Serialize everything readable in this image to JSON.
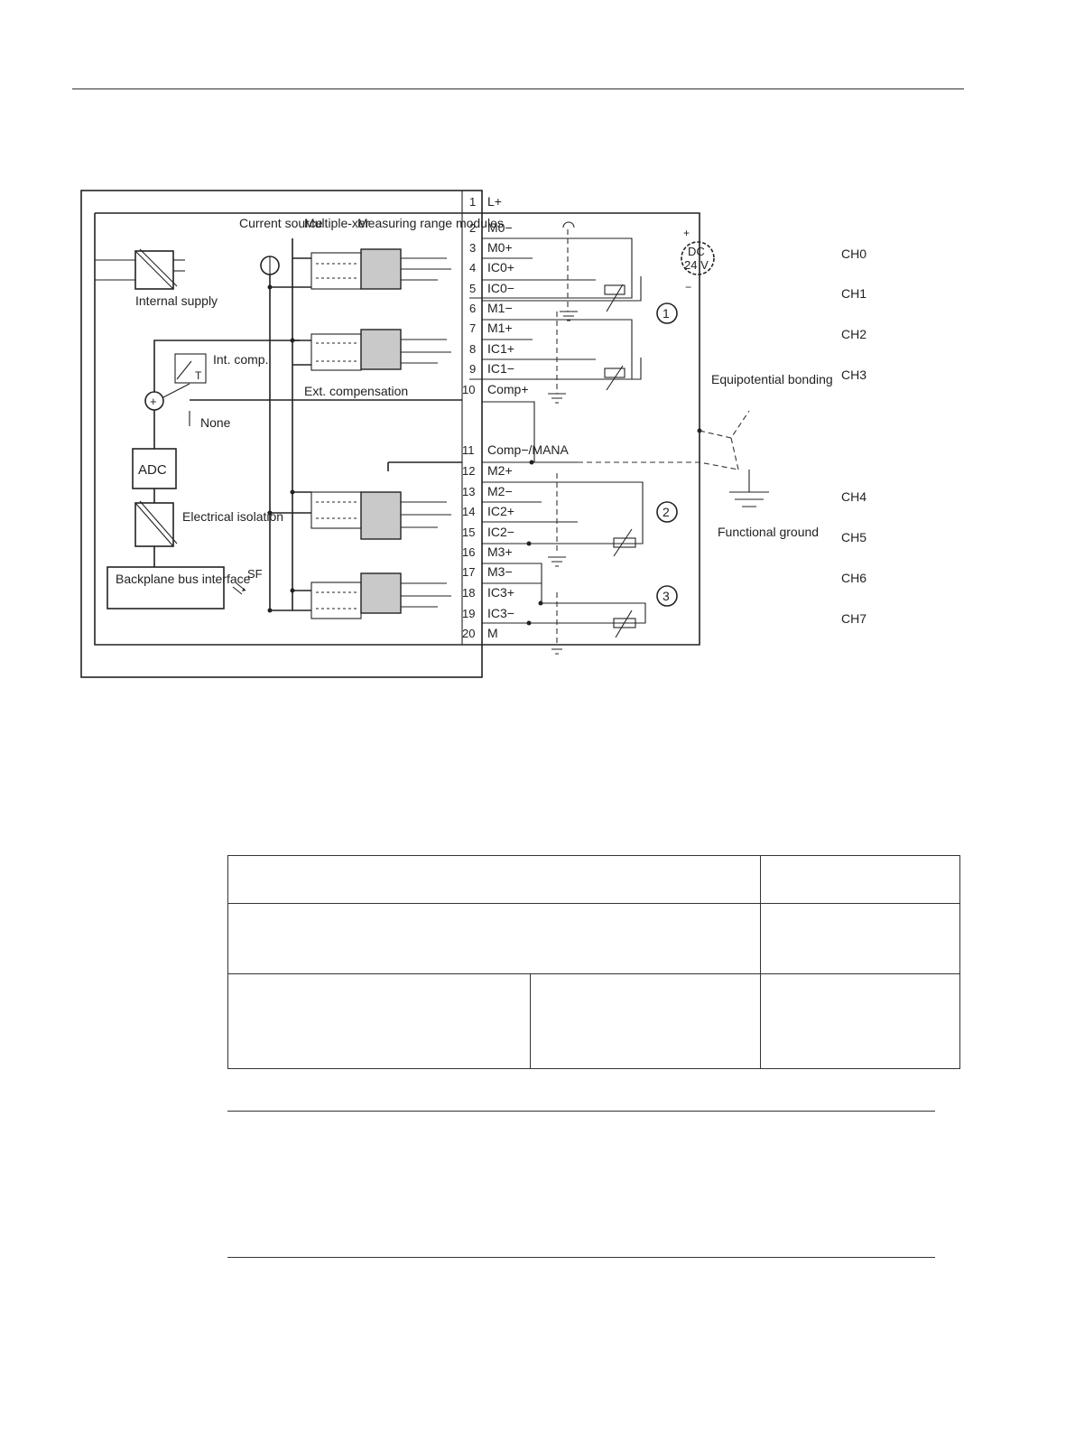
{
  "diagram": {
    "blocks": {
      "internal_supply": "Internal supply",
      "adc": "ADC",
      "electrical_isolation": "Electrical isolation",
      "backplane_bus_interface": "Backplane bus interface",
      "sf": "SF",
      "current_source": "Current source",
      "multiplexer": "Multiple-xer",
      "measuring_range_modules": "Measuring range modules",
      "int_comp": "Int. comp.",
      "t_label": "T",
      "none": "None",
      "ext_compensation": "Ext. compensation",
      "plus_sign": "+"
    },
    "terminals": [
      {
        "num": "1",
        "name": "L+"
      },
      {
        "num": "2",
        "name": "M0−"
      },
      {
        "num": "3",
        "name": "M0+"
      },
      {
        "num": "4",
        "name": "IC0+"
      },
      {
        "num": "5",
        "name": "IC0−"
      },
      {
        "num": "6",
        "name": "M1−"
      },
      {
        "num": "7",
        "name": "M1+"
      },
      {
        "num": "8",
        "name": "IC1+"
      },
      {
        "num": "9",
        "name": "IC1−"
      },
      {
        "num": "10",
        "name": "Comp+"
      },
      {
        "num": "11",
        "name": "Comp−/MANA"
      },
      {
        "num": "12",
        "name": "M2+"
      },
      {
        "num": "13",
        "name": "M2−"
      },
      {
        "num": "14",
        "name": "IC2+"
      },
      {
        "num": "15",
        "name": "IC2−"
      },
      {
        "num": "16",
        "name": "M3+"
      },
      {
        "num": "17",
        "name": "M3−"
      },
      {
        "num": "18",
        "name": "IC3+"
      },
      {
        "num": "19",
        "name": "IC3−"
      },
      {
        "num": "20",
        "name": "M"
      }
    ],
    "supply": {
      "line1": "DC",
      "line2": "24 V",
      "plus": "+",
      "minus": "−"
    },
    "circled_numbers": [
      "1",
      "2",
      "3"
    ],
    "equipotential_bonding": "Equipotential bonding",
    "functional_ground": "Functional ground",
    "channels": [
      "CH0",
      "CH1",
      "CH2",
      "CH3",
      "CH4",
      "CH5",
      "CH6",
      "CH7"
    ]
  },
  "table": {
    "rows": [
      [
        "",
        ""
      ],
      [
        "",
        ""
      ],
      [
        "",
        "",
        ""
      ]
    ]
  }
}
